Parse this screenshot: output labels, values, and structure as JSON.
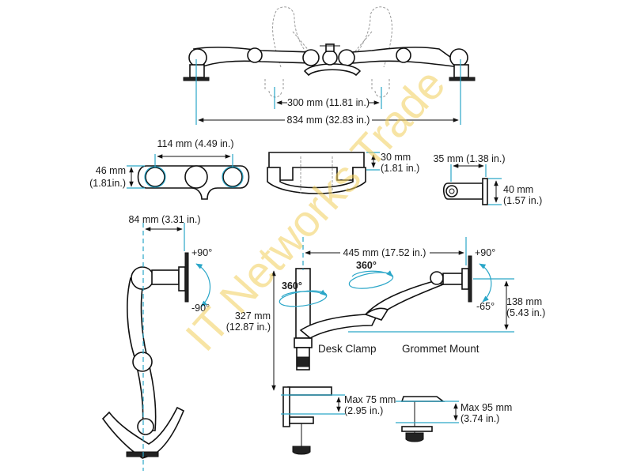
{
  "watermark": "IT Networks Trade",
  "top_view": {
    "dim_inner": "300 mm (11.81 in.)",
    "dim_total": "834 mm (32.83 in.)"
  },
  "hub_view": {
    "dim_width": "114 mm (4.49 in.)",
    "dim_height_a": "46 mm",
    "dim_height_b": "(1.81in.)"
  },
  "front_view": {
    "dim_height_a": "30 mm",
    "dim_height_b": "(1.81 in.)"
  },
  "plate_view": {
    "dim_depth": "35 mm (1.38 in.)",
    "dim_height_a": "40 mm",
    "dim_height_b": "(1.57 in.)"
  },
  "side_view": {
    "dim_offset": "84 mm (3.31 in.)",
    "tilt_up": "+90°",
    "tilt_down": "-90°"
  },
  "main_view": {
    "dim_reach": "445 mm (17.52 in.)",
    "rotate_upper": "360°",
    "rotate_pole": "360°",
    "tilt_up": "+90°",
    "tilt_down": "-65°",
    "dim_pole_a": "327 mm",
    "dim_pole_b": "(12.87 in.)",
    "dim_lift_a": "138 mm",
    "dim_lift_b": "(5.43 in.)",
    "label_clamp": "Desk Clamp",
    "label_grommet": "Grommet Mount",
    "clamp_max_a": "Max 75 mm",
    "clamp_max_b": "(2.95 in.)",
    "grommet_max_a": "Max 95 mm",
    "grommet_max_b": "(3.74 in.)"
  }
}
